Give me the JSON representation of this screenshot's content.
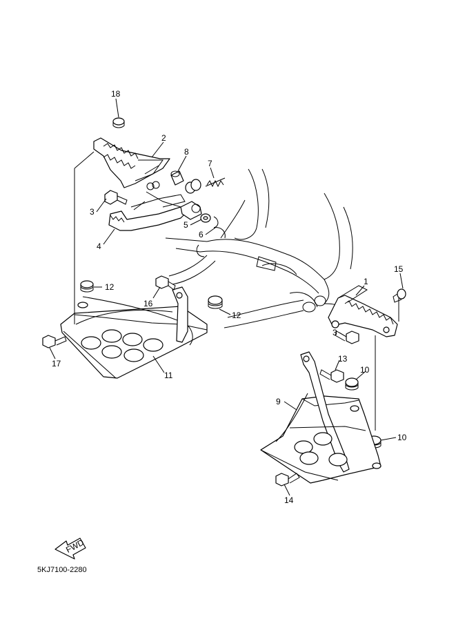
{
  "diagram": {
    "callouts": [
      {
        "id": "c18",
        "label": "18"
      },
      {
        "id": "c2",
        "label": "2"
      },
      {
        "id": "c8",
        "label": "8"
      },
      {
        "id": "c7",
        "label": "7"
      },
      {
        "id": "c3a",
        "label": "3"
      },
      {
        "id": "c5",
        "label": "5"
      },
      {
        "id": "c6",
        "label": "6"
      },
      {
        "id": "c4",
        "label": "4"
      },
      {
        "id": "c12a",
        "label": "12"
      },
      {
        "id": "c16",
        "label": "16"
      },
      {
        "id": "c12b",
        "label": "12"
      },
      {
        "id": "c1",
        "label": "1"
      },
      {
        "id": "c15",
        "label": "15"
      },
      {
        "id": "c3b",
        "label": "3"
      },
      {
        "id": "c17",
        "label": "17"
      },
      {
        "id": "c11",
        "label": "11"
      },
      {
        "id": "c13",
        "label": "13"
      },
      {
        "id": "c10a",
        "label": "10"
      },
      {
        "id": "c9",
        "label": "9"
      },
      {
        "id": "c10b",
        "label": "10"
      },
      {
        "id": "c14",
        "label": "14"
      }
    ],
    "fwd_label": "FWD",
    "drawing_code": "5KJ7100-2280"
  }
}
